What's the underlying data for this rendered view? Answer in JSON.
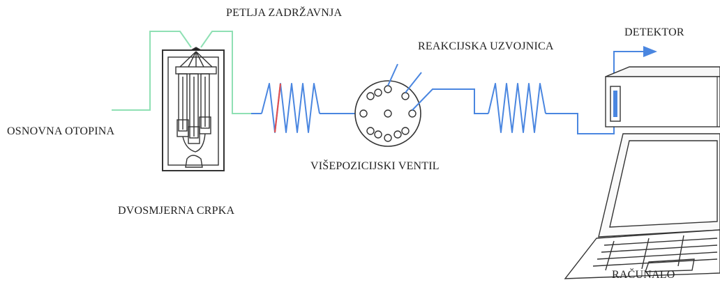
{
  "labels": {
    "holding_loop": "PETLJA ZADRŽAVNJA",
    "reaction_coil": "REAKCIJSKA UZVOJNICA",
    "detector": "DETEKTOR",
    "carrier_solution": "OSNOVNA OTOPINA",
    "multiposition_valve": "VIŠEPOZICIJSKI VENTIL",
    "bidirectional_pump": "DVOSMJERNA CRPKA",
    "computer": "RAČUNALO"
  },
  "colors": {
    "carrier_line": "#8fe0b4",
    "tubing": "#4a86e0",
    "sample_zone": "#e05050",
    "hardware": "#333333"
  }
}
